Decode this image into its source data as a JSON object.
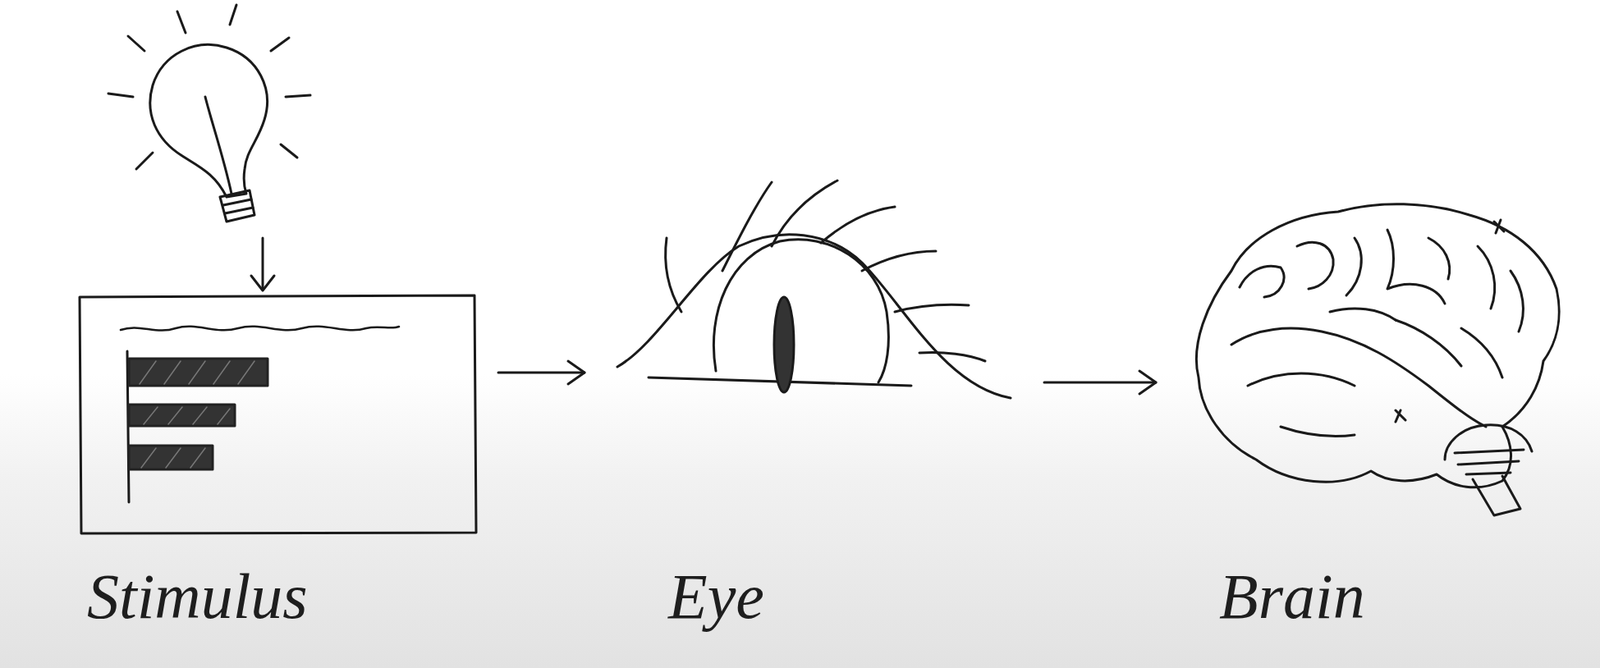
{
  "diagram": {
    "nodes": [
      {
        "text": [
          "Stimulus"
        ]
      },
      {
        "text": [
          "Eye"
        ]
      },
      {
        "text": [
          "Brain"
        ]
      }
    ],
    "edges": [
      {
        "from": 0,
        "to": 1,
        "arrow": "to"
      },
      {
        "from": 1,
        "to": 2,
        "arrow": "to"
      }
    ]
  }
}
